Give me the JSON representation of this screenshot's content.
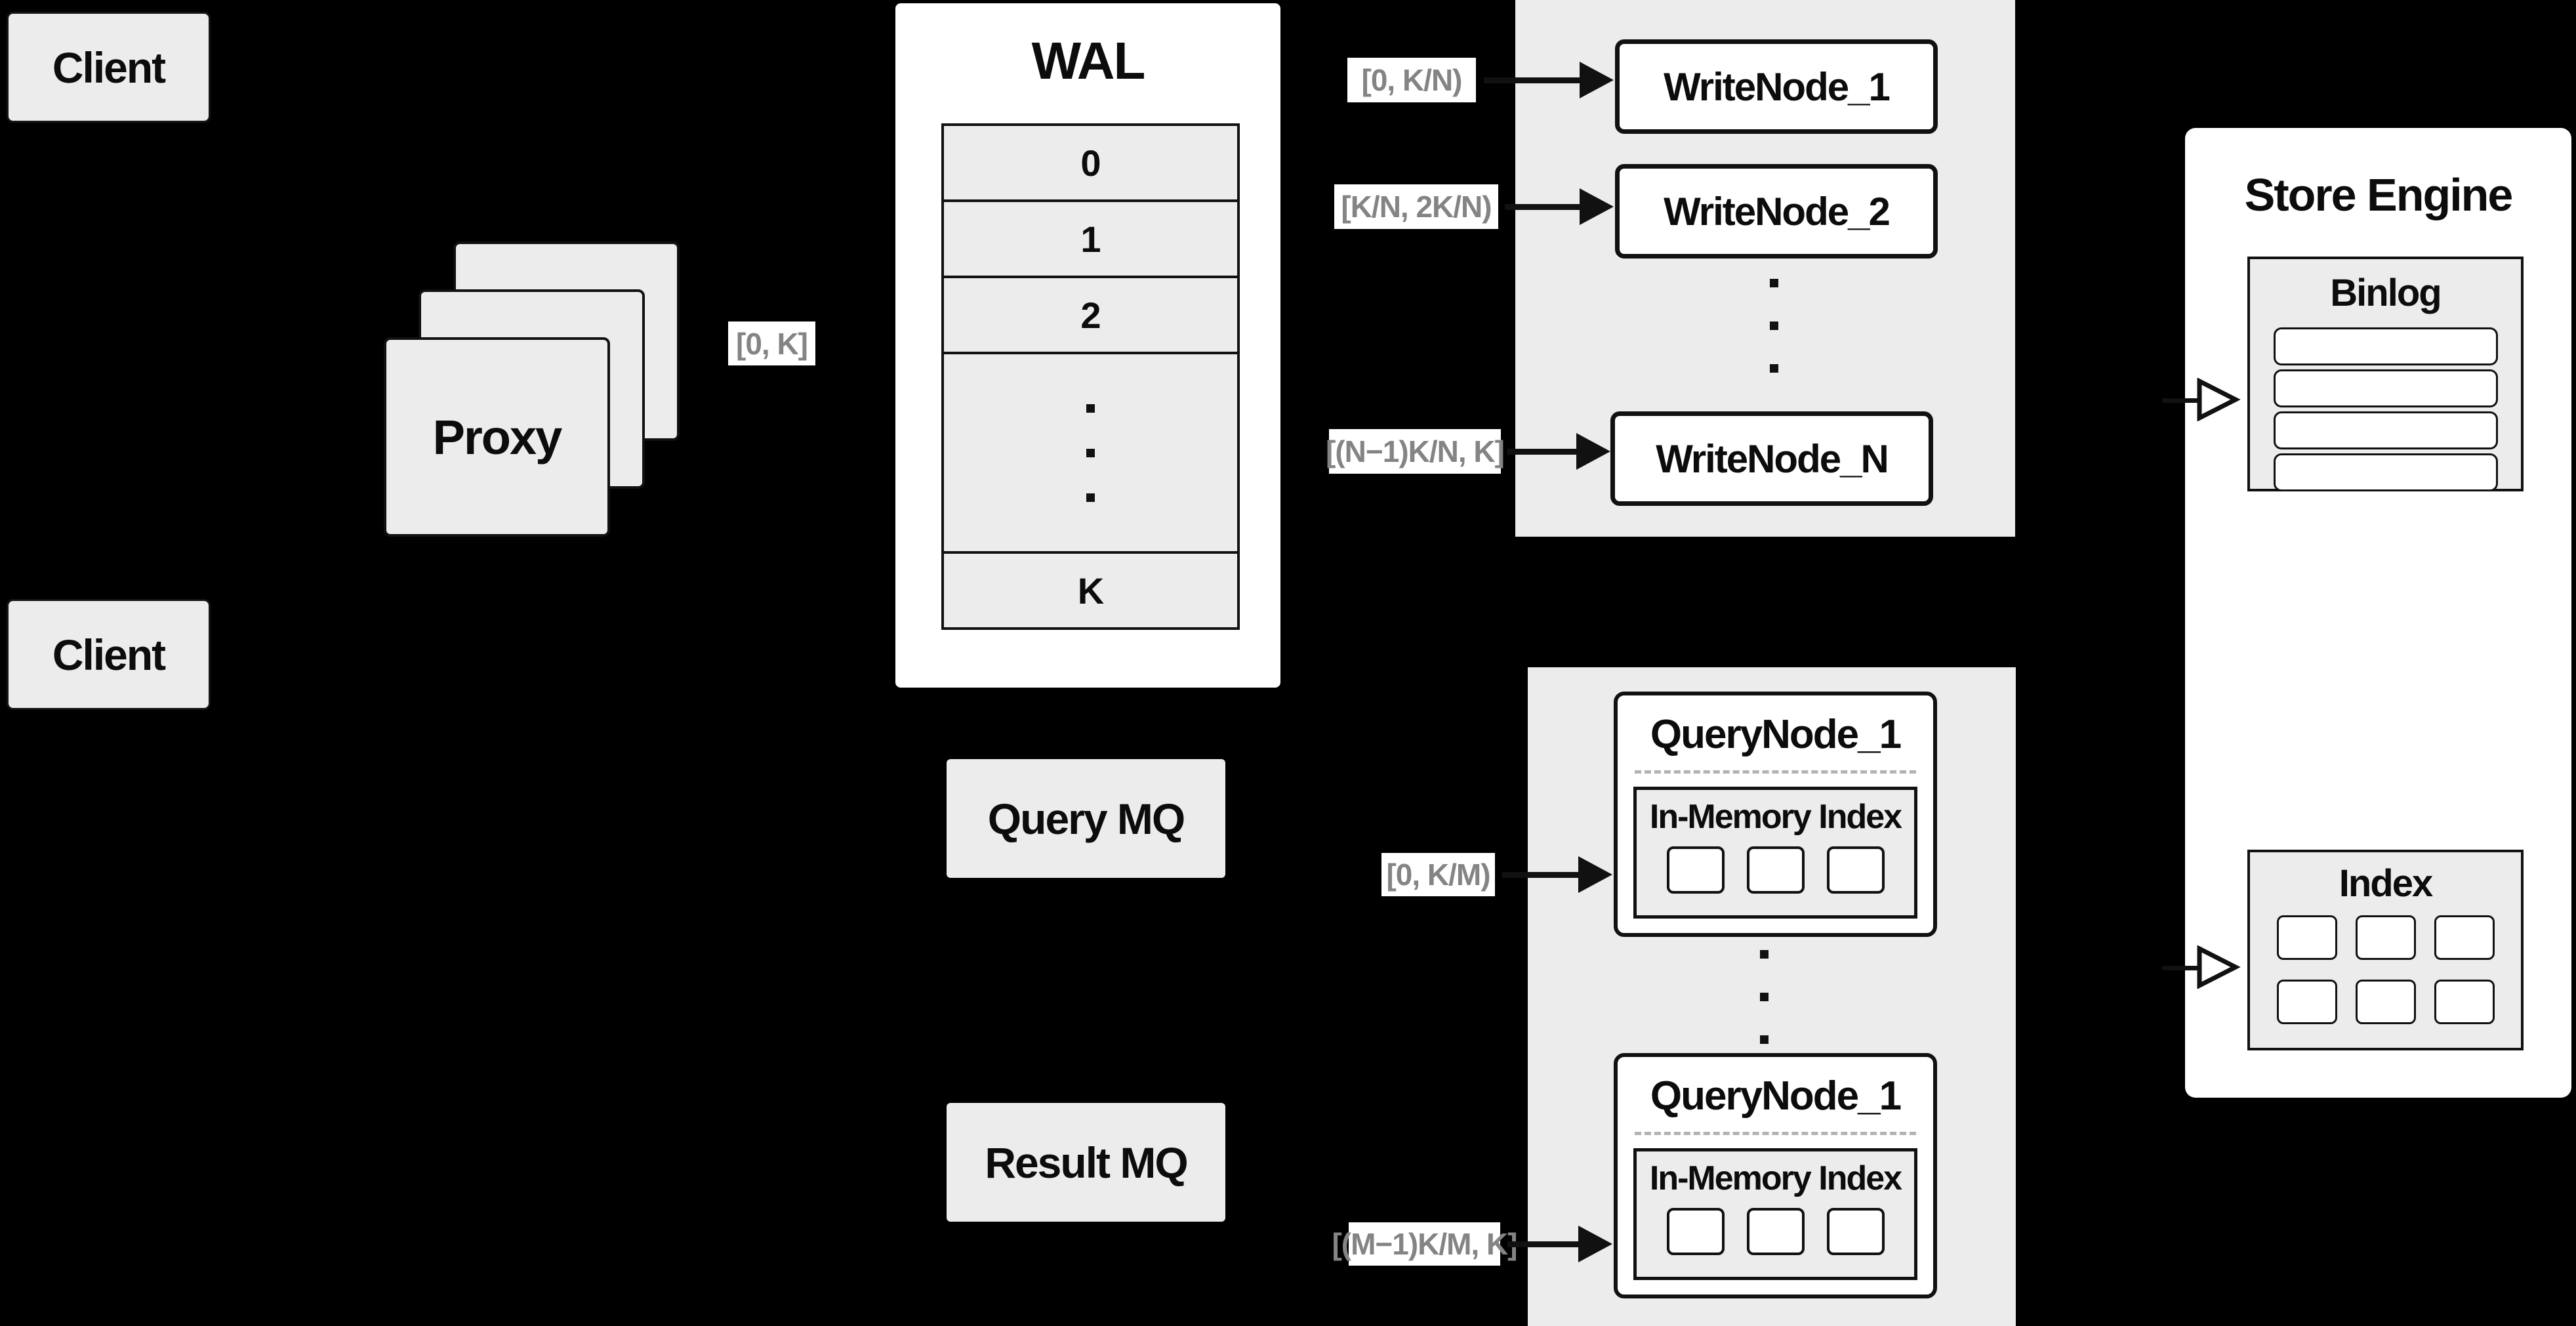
{
  "colors": {
    "background": "#000000",
    "panel_gray": "#ececec",
    "panel_white": "#ffffff",
    "line": "#111111",
    "chip_text": "#848484",
    "dashed_separator": "#b3b3b3"
  },
  "clients": {
    "top": "Client",
    "bottom": "Client"
  },
  "proxy": {
    "label": "Proxy",
    "range_chip": "[0, K]"
  },
  "wal": {
    "title": "WAL",
    "segments": [
      "0",
      "1",
      "2"
    ],
    "last_segment": "K"
  },
  "write_cluster": {
    "nodes": [
      {
        "range": "[0, K/N)",
        "label": "WriteNode_1"
      },
      {
        "range": "[K/N, 2K/N)",
        "label": "WriteNode_2"
      },
      {
        "range": "[(N−1)K/N, K]",
        "label": "WriteNode_N"
      }
    ]
  },
  "mq": {
    "query": "Query MQ",
    "result": "Result MQ"
  },
  "query_cluster": {
    "nodes": [
      {
        "range": "[0, K/M)",
        "label": "QueryNode_1",
        "index_label": "In-Memory Index"
      },
      {
        "range": "[(M−1)K/M, K]",
        "label": "QueryNode_1",
        "index_label": "In-Memory Index"
      }
    ]
  },
  "store_engine": {
    "title": "Store Engine",
    "binlog": {
      "title": "Binlog",
      "row_count": 4
    },
    "index": {
      "title": "Index",
      "cell_count": 6
    }
  }
}
